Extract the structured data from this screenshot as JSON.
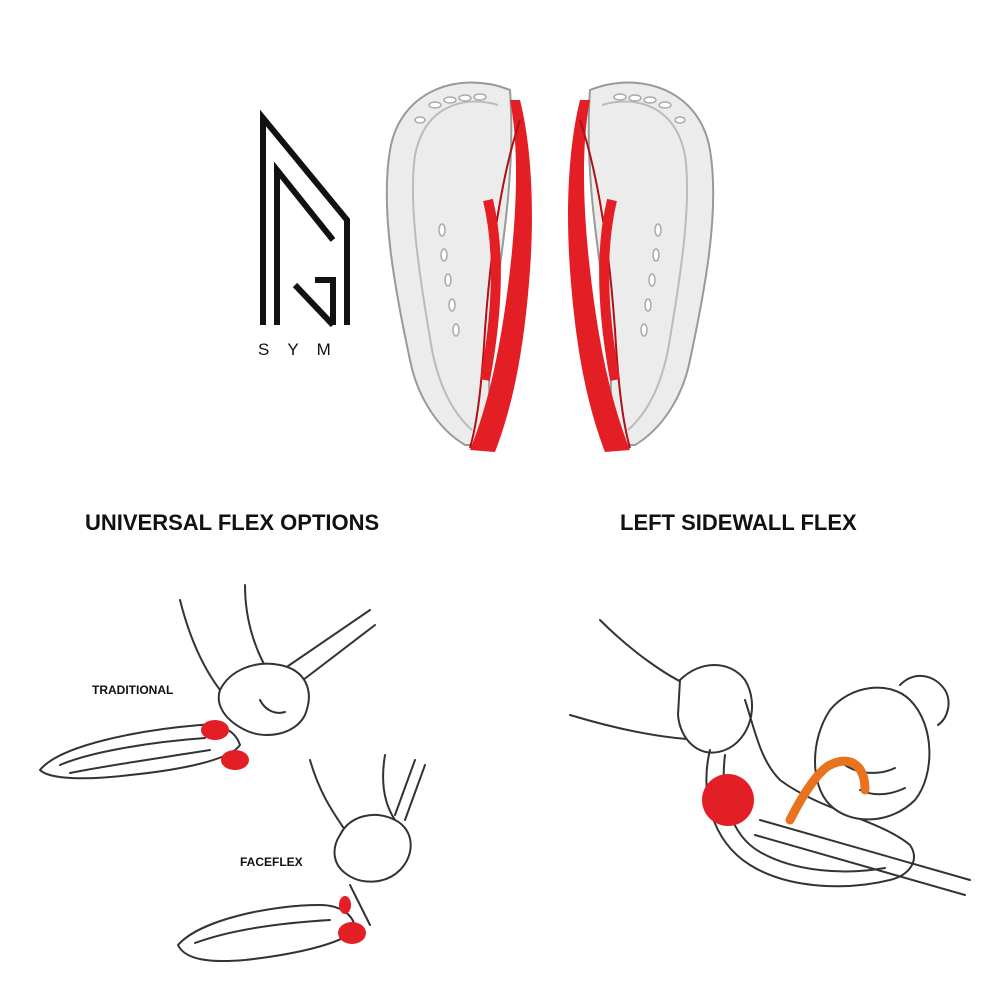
{
  "logo": {
    "text": "SYM",
    "icon": "sym-logo-icon"
  },
  "headings": {
    "universal": "UNIVERSAL FLEX OPTIONS",
    "left_sidewall": "LEFT SIDEWALL FLEX"
  },
  "labels": {
    "traditional": "TRADITIONAL",
    "faceflex": "FACEFLEX"
  },
  "colors": {
    "accent_red": "#e31e24",
    "flex_orange": "#e8731f",
    "line": "#333333",
    "head_grey": "#e9e9e9"
  }
}
